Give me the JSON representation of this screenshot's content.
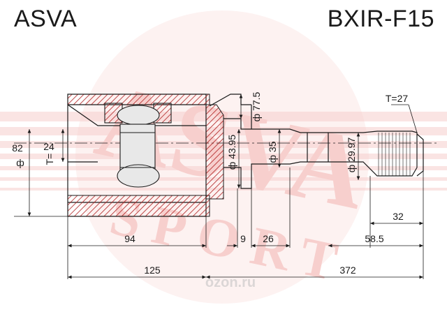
{
  "header": {
    "brand": "ASVA",
    "part_number": "BXIR-F15"
  },
  "watermark": {
    "line1": "ASVA",
    "line2": "SPORT",
    "color": "#d8281c"
  },
  "site_mark": {
    "text": "ozon.ru"
  },
  "dimensions": {
    "outer_dia": "82",
    "inner_bore": "24",
    "inner_teeth": "T=",
    "seal_dia": "77.5",
    "shaft_dia_1": "43.95",
    "shaft_dia_2": "35",
    "spline_dia": "29.97",
    "teeth": "T=27",
    "len_94": "94",
    "len_9": "9",
    "len_26": "26",
    "len_32": "32",
    "len_58_5": "58.5",
    "len_125": "125",
    "len_372": "372",
    "dia_prefix": "ф"
  },
  "colors": {
    "line": "#1a1a1a",
    "hatch": "#b02020",
    "ball": "#e8e8e8"
  }
}
